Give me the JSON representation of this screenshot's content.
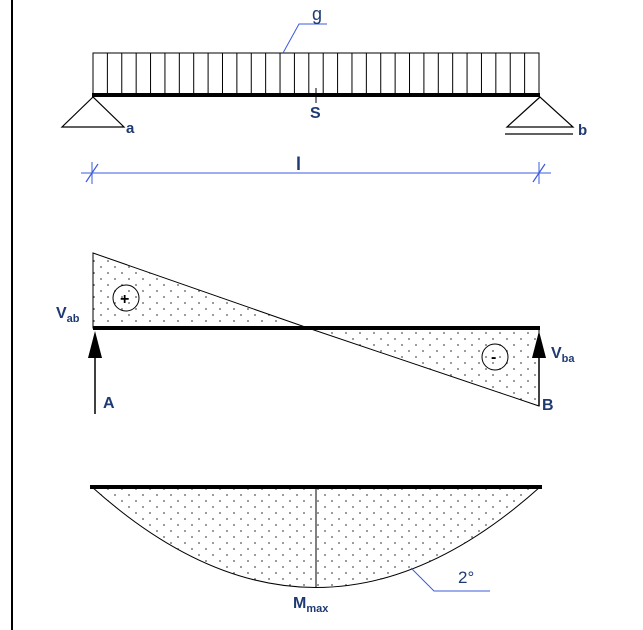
{
  "load": {
    "label": "g"
  },
  "beam": {
    "center_label": "S",
    "support_left_label": "a",
    "support_right_label": "b",
    "span_label": "l"
  },
  "shear": {
    "plus_sign": "+",
    "minus_sign": "-",
    "left_value": {
      "main": "V",
      "sub": "ab"
    },
    "right_value": {
      "main": "V",
      "sub": "ba"
    },
    "reaction_left": "A",
    "reaction_right": "B"
  },
  "moment": {
    "max_label": {
      "main": "M",
      "sub": "max"
    },
    "curve_order": "2°"
  },
  "colors": {
    "line": "#000000",
    "dim": "#3b5bdb",
    "text": "#1f3a73",
    "dots": "#6b6b6b"
  }
}
